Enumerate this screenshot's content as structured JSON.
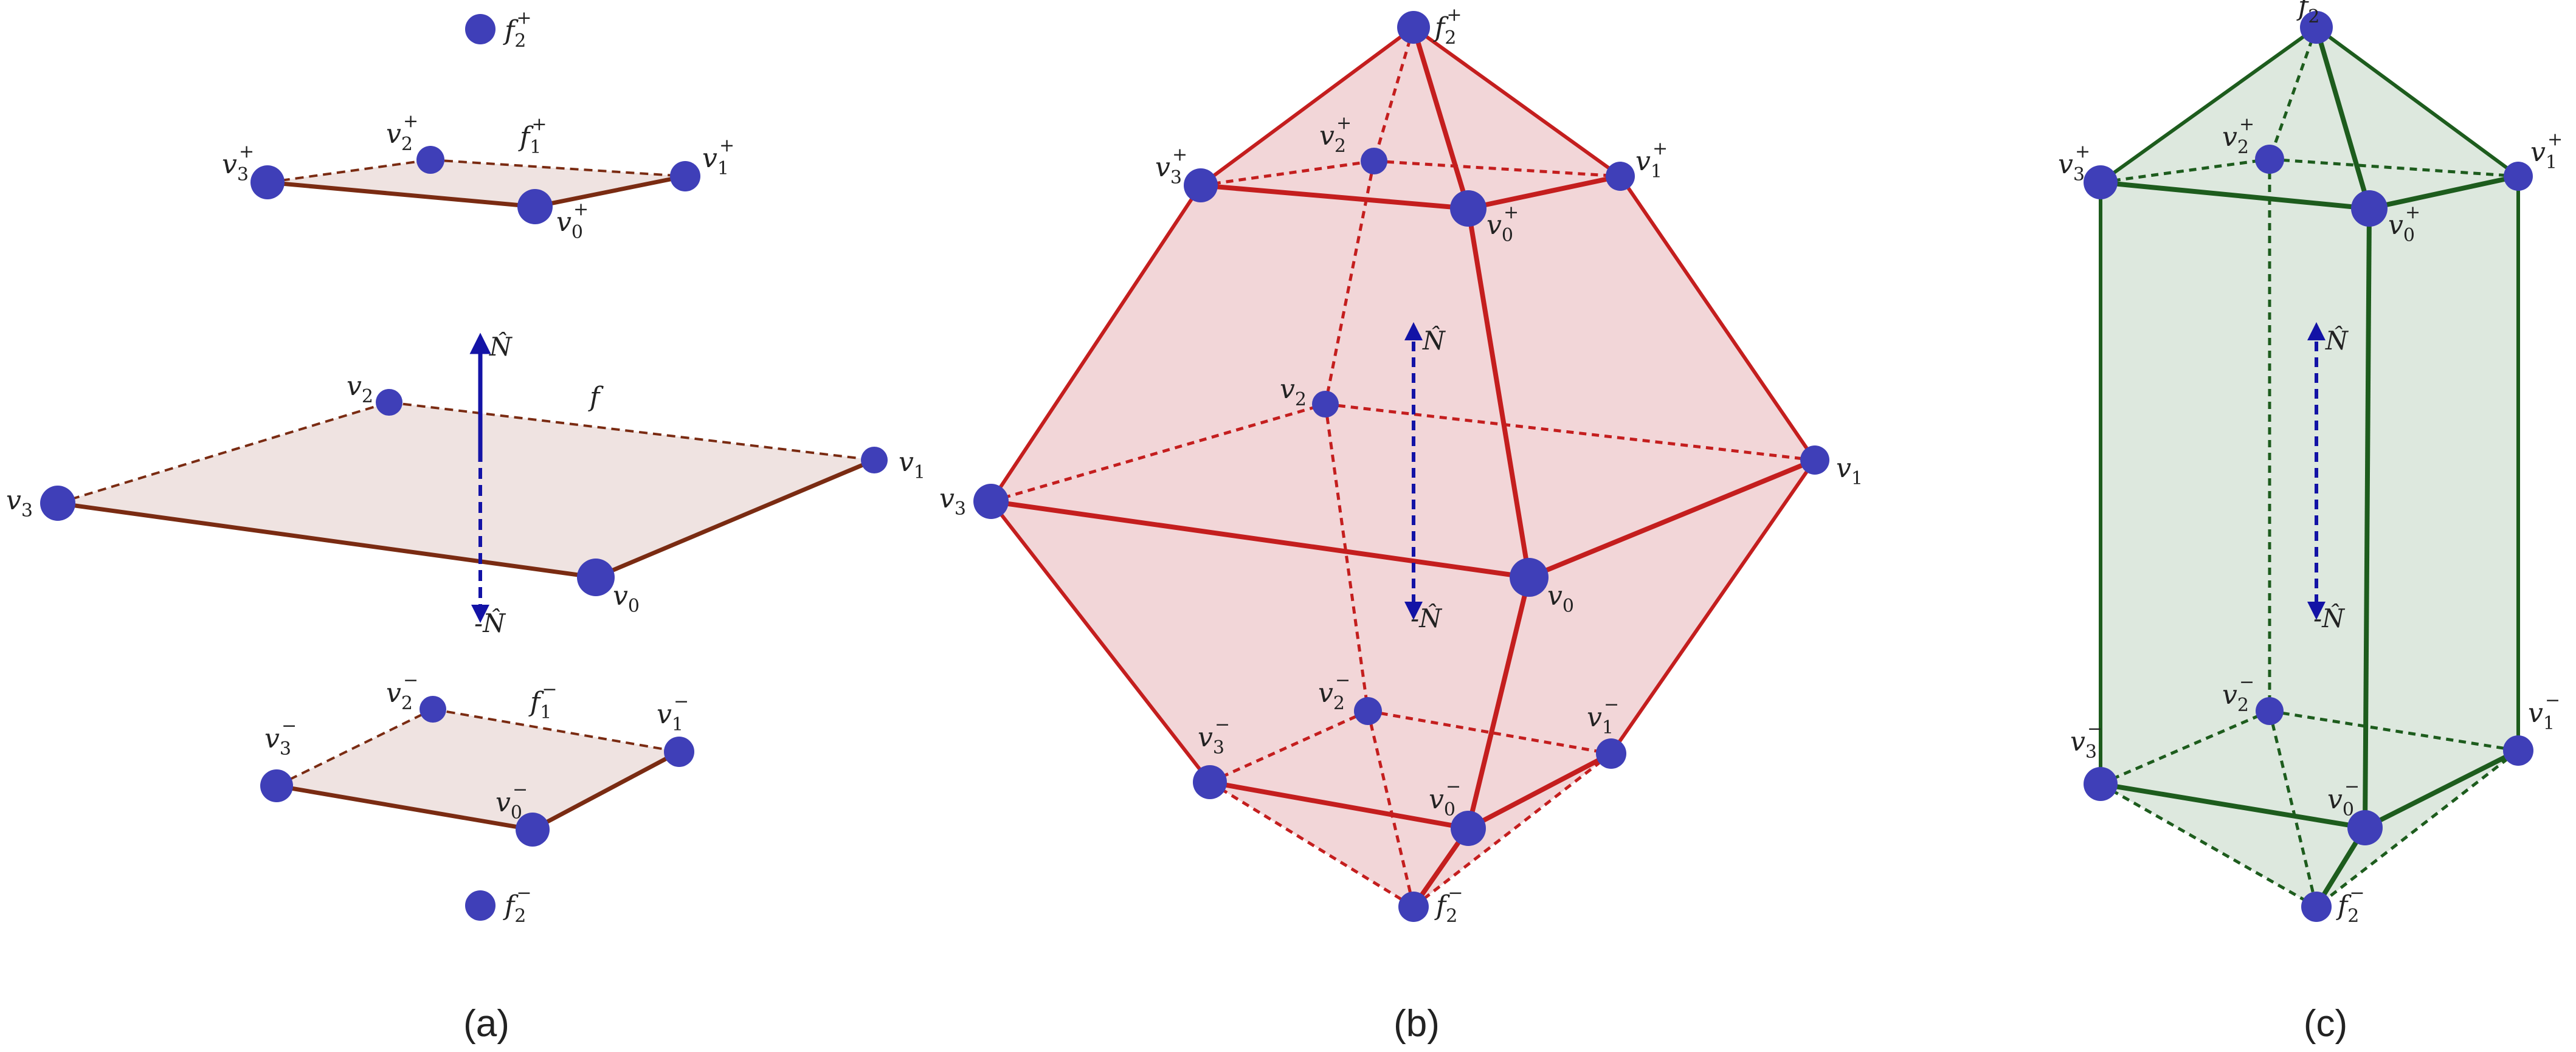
{
  "colors": {
    "vertex": "#3f3fb8",
    "edge_a": "#7a2b12",
    "face_a": "#efe3e1",
    "edge_b": "#c41e1e",
    "fill_b": "#f2d6d8",
    "edge_c": "#1d5c1d",
    "fill_c": "#dde8de",
    "normal": "#1313a6",
    "text": "#222222"
  },
  "captions": {
    "a": "(a)",
    "b": "(b)",
    "c": "(c)"
  },
  "labels": {
    "a": {
      "f2p_base": "f",
      "f2p_sub": "2",
      "f2p_sup": "+",
      "v2p_base": "v",
      "v2p_sub": "2",
      "v2p_sup": "+",
      "f1p_base": "f",
      "f1p_sub": "1",
      "f1p_sup": "+",
      "v3p_base": "v",
      "v3p_sub": "3",
      "v3p_sup": "+",
      "v1p_base": "v",
      "v1p_sub": "1",
      "v1p_sup": "+",
      "v0p_base": "v",
      "v0p_sub": "0",
      "v0p_sup": "+",
      "N": "N̂",
      "v2_base": "v",
      "v2_sub": "2",
      "f": "f",
      "v3_base": "v",
      "v3_sub": "3",
      "v1_base": "v",
      "v1_sub": "1",
      "v0_base": "v",
      "v0_sub": "0",
      "negN": "-N̂",
      "v2m_base": "v",
      "v2m_sub": "2",
      "v2m_sup": "−",
      "f1m_base": "f",
      "f1m_sub": "1",
      "f1m_sup": "−",
      "v3m_base": "v",
      "v3m_sub": "3",
      "v3m_sup": "−",
      "v1m_base": "v",
      "v1m_sub": "1",
      "v1m_sup": "−",
      "v0m_base": "v",
      "v0m_sub": "0",
      "v0m_sup": "−",
      "f2m_base": "f",
      "f2m_sub": "2",
      "f2m_sup": "−"
    },
    "b": {
      "f2p_base": "f",
      "f2p_sub": "2",
      "f2p_sup": "+",
      "v2p_base": "v",
      "v2p_sub": "2",
      "v2p_sup": "+",
      "v3p_base": "v",
      "v3p_sub": "3",
      "v3p_sup": "+",
      "v1p_base": "v",
      "v1p_sub": "1",
      "v1p_sup": "+",
      "v0p_base": "v",
      "v0p_sub": "0",
      "v0p_sup": "+",
      "N": "N̂",
      "v2_base": "v",
      "v2_sub": "2",
      "v3_base": "v",
      "v3_sub": "3",
      "v1_base": "v",
      "v1_sub": "1",
      "v0_base": "v",
      "v0_sub": "0",
      "negN": "-N̂",
      "v2m_base": "v",
      "v2m_sub": "2",
      "v2m_sup": "−",
      "v3m_base": "v",
      "v3m_sub": "3",
      "v3m_sup": "−",
      "v1m_base": "v",
      "v1m_sub": "1",
      "v1m_sup": "−",
      "v0m_base": "v",
      "v0m_sub": "0",
      "v0m_sup": "−",
      "f2m_base": "f",
      "f2m_sub": "2",
      "f2m_sup": "−"
    },
    "c": {
      "f2p_base": "f",
      "f2p_sub": "2",
      "f2p_sup": "+",
      "v2p_base": "v",
      "v2p_sub": "2",
      "v2p_sup": "+",
      "v3p_base": "v",
      "v3p_sub": "3",
      "v3p_sup": "+",
      "v1p_base": "v",
      "v1p_sub": "1",
      "v1p_sup": "+",
      "v0p_base": "v",
      "v0p_sub": "0",
      "v0p_sup": "+",
      "N": "N̂",
      "negN": "-N̂",
      "v2m_base": "v",
      "v2m_sub": "2",
      "v2m_sup": "−",
      "v3m_base": "v",
      "v3m_sub": "3",
      "v3m_sup": "−",
      "v1m_base": "v",
      "v1m_sub": "1",
      "v1m_sup": "−",
      "v0m_base": "v",
      "v0m_sub": "0",
      "v0m_sup": "−",
      "f2m_base": "f",
      "f2m_sub": "2",
      "f2m_sup": "−"
    }
  }
}
